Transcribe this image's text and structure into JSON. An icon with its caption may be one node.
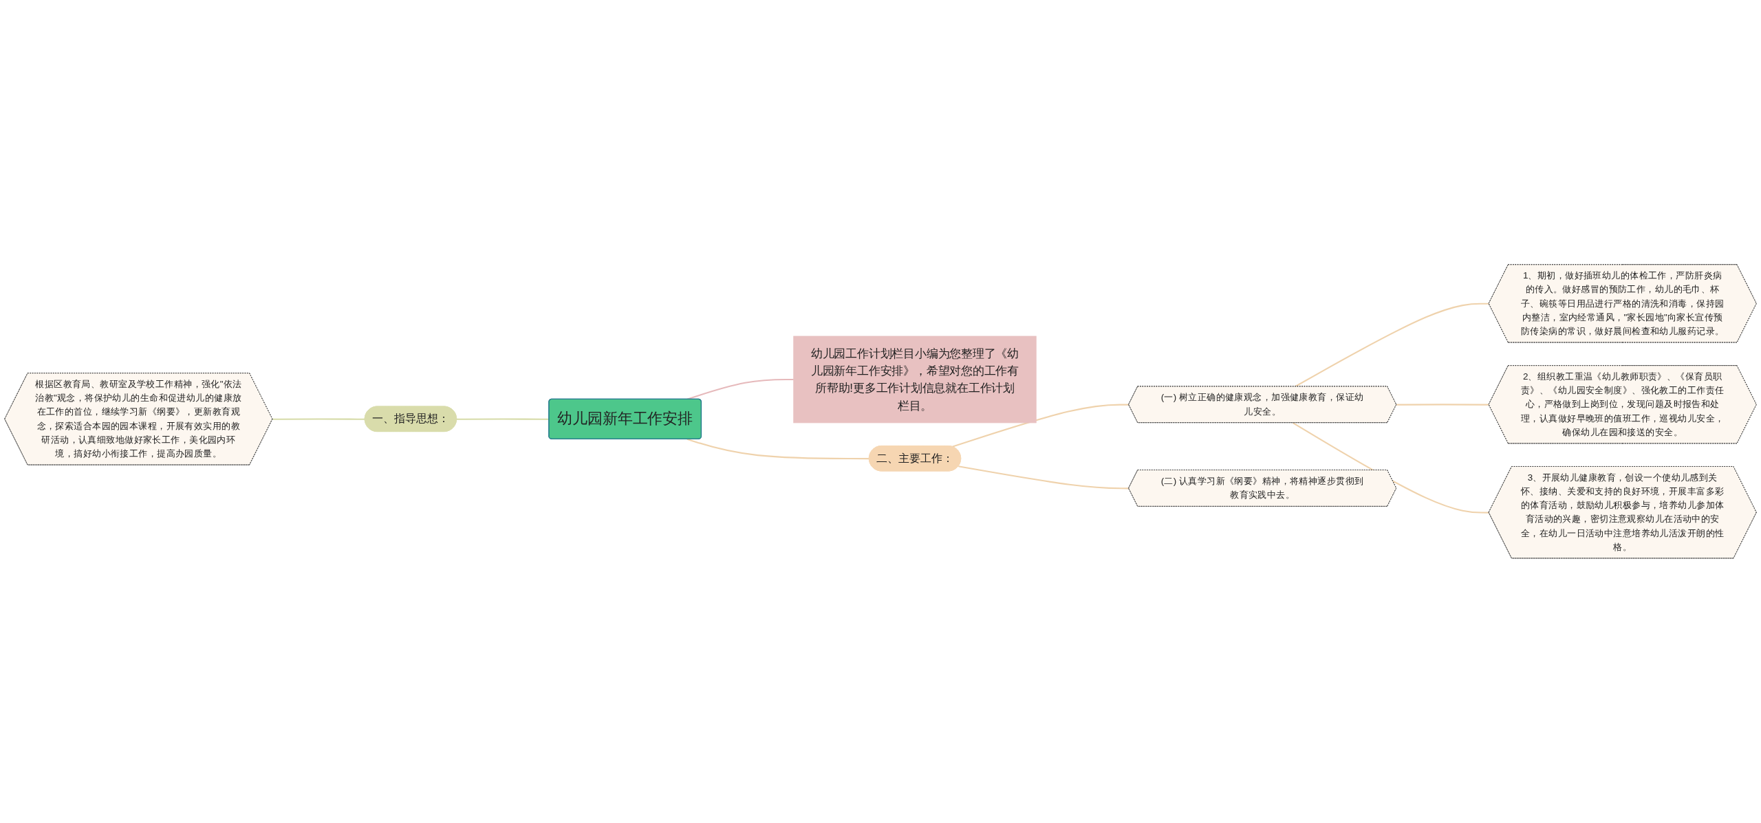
{
  "diagram": {
    "nodes": [
      {
        "text": [
          "幼儿园新年工作安排"
        ]
      },
      {
        "text": [
          "幼儿园工作计划栏目小编为您整理了《幼儿园新年工作安排》，希望对您的工作有所帮助!更多工作计划信息就在工作计划栏目。"
        ]
      },
      {
        "text": [
          "一、指导思想："
        ]
      },
      {
        "text": [
          "根据区教育局、教研室及学校工作精神，强化\"依法治教\"观念，将保护幼儿的生命和促进幼儿的健康放在工作的首位，继续学习新《纲要》，更新教育观念，探索适合本园的园本课程，开展有效实用的教研活动，认真细致地做好家长工作，美化园内环境，搞好幼小衔接工作，提高办园质量。"
        ]
      },
      {
        "text": [
          "二、主要工作："
        ]
      },
      {
        "text": [
          "(一) 树立正确的健康观念，加强健康教育，保证幼儿安全。"
        ]
      },
      {
        "text": [
          "1、期初，做好插班幼儿的体检工作，严防肝炎病的传入。做好感冒的预防工作，幼儿的毛巾、杯子、碗筷等日用品进行严格的清洗和消毒，保持园内整洁，室内经常通风，\"家长园地\"向家长宣传预防传染病的常识，做好晨间检查和幼儿服药记录。"
        ]
      },
      {
        "text": [
          "2、组织教工重温《幼儿教师职责》、《保育员职责》、《幼儿园安全制度》、强化教工的工作责任心，严格做到上岗到位，发现问题及时报告和处理，认真做好早晚班的值班工作，巡视幼儿安全，确保幼儿在园和接送的安全。"
        ]
      },
      {
        "text": [
          "3、开展幼儿健康教育，创设一个使幼儿感到关怀、接纳、关爱和支持的良好环境，开展丰富多彩的体育活动，鼓励幼儿积极参与，培养幼儿参加体育活动的兴趣，密切注意观察幼儿在活动中的安全，在幼儿一日活动中注意培养幼儿活泼开朗的性格。"
        ]
      },
      {
        "text": [
          "(二) 认真学习新《纲要》精神，将精神逐步贯彻到教育实践中去。"
        ]
      }
    ],
    "edges": [
      {
        "from": 0,
        "to": 1,
        "arrow": "none",
        "color": "#e6b9bb"
      },
      {
        "from": 0,
        "to": 2,
        "arrow": "none",
        "color": "#d6dba8"
      },
      {
        "from": 2,
        "to": 3,
        "arrow": "none",
        "color": "#d6dba8"
      },
      {
        "from": 0,
        "to": 4,
        "arrow": "none"
      },
      {
        "from": 4,
        "to": 5,
        "arrow": "none"
      },
      {
        "from": 5,
        "to": 6,
        "arrow": "none"
      },
      {
        "from": 5,
        "to": 7,
        "arrow": "none"
      },
      {
        "from": 5,
        "to": 8,
        "arrow": "none"
      },
      {
        "from": 4,
        "to": 9,
        "arrow": "none"
      }
    ]
  }
}
